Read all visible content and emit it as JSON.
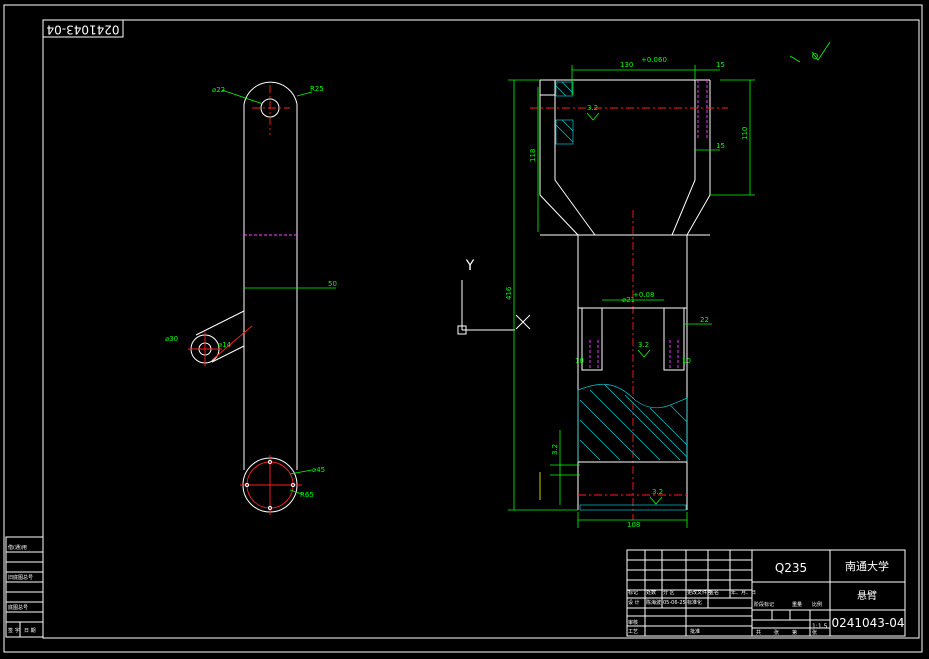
{
  "drawing": {
    "number": "0241043-04",
    "material": "Q235",
    "school": "南通大学",
    "part_name": "悬臂",
    "scale": "1:1.5"
  },
  "left_view": {
    "dim_top_bore": "⌀22",
    "dim_top_radius": "R25",
    "dim_width": "50",
    "dim_side_boss": "⌀30",
    "dim_side_bore": "⌀14",
    "dim_bottom_bore": "⌀45",
    "dim_bottom_radius": "R65"
  },
  "right_view": {
    "dim_top_width": "130",
    "dim_top_tol": "+0.060",
    "dim_wall_top": "15",
    "dim_wall_mid": "15",
    "dim_height_right": "110",
    "dim_height_left": "118",
    "dim_total": "416",
    "dim_slot": "⌀21",
    "dim_slot_tol": "+0.08",
    "dim_lug": "22",
    "dim_lug_left": "10",
    "dim_lug_right": "10",
    "dim_bottom_width": "108",
    "rough_1": "3.2",
    "rough_2": "3.2",
    "rough_3": "3.2",
    "rough_top": "3.2"
  },
  "ucs": {
    "y_label": "Y"
  },
  "title_block": {
    "row_a": [
      "标记",
      "处数",
      "分 区",
      "更改文件号",
      "签名",
      "年、月、日"
    ],
    "row_b": [
      "设 计",
      "陈海波",
      "05-06-25",
      "标准化"
    ],
    "row_c": [
      "阶段标记",
      "重量",
      "比例"
    ],
    "row_d": [
      "审核"
    ],
    "row_e": [
      "工艺",
      "批准"
    ],
    "row_f": [
      "共",
      "张",
      "第",
      "张"
    ]
  },
  "side_panel": [
    "借(通)用",
    "旧底图总号",
    "底图总号",
    "签 字",
    "日 期"
  ]
}
